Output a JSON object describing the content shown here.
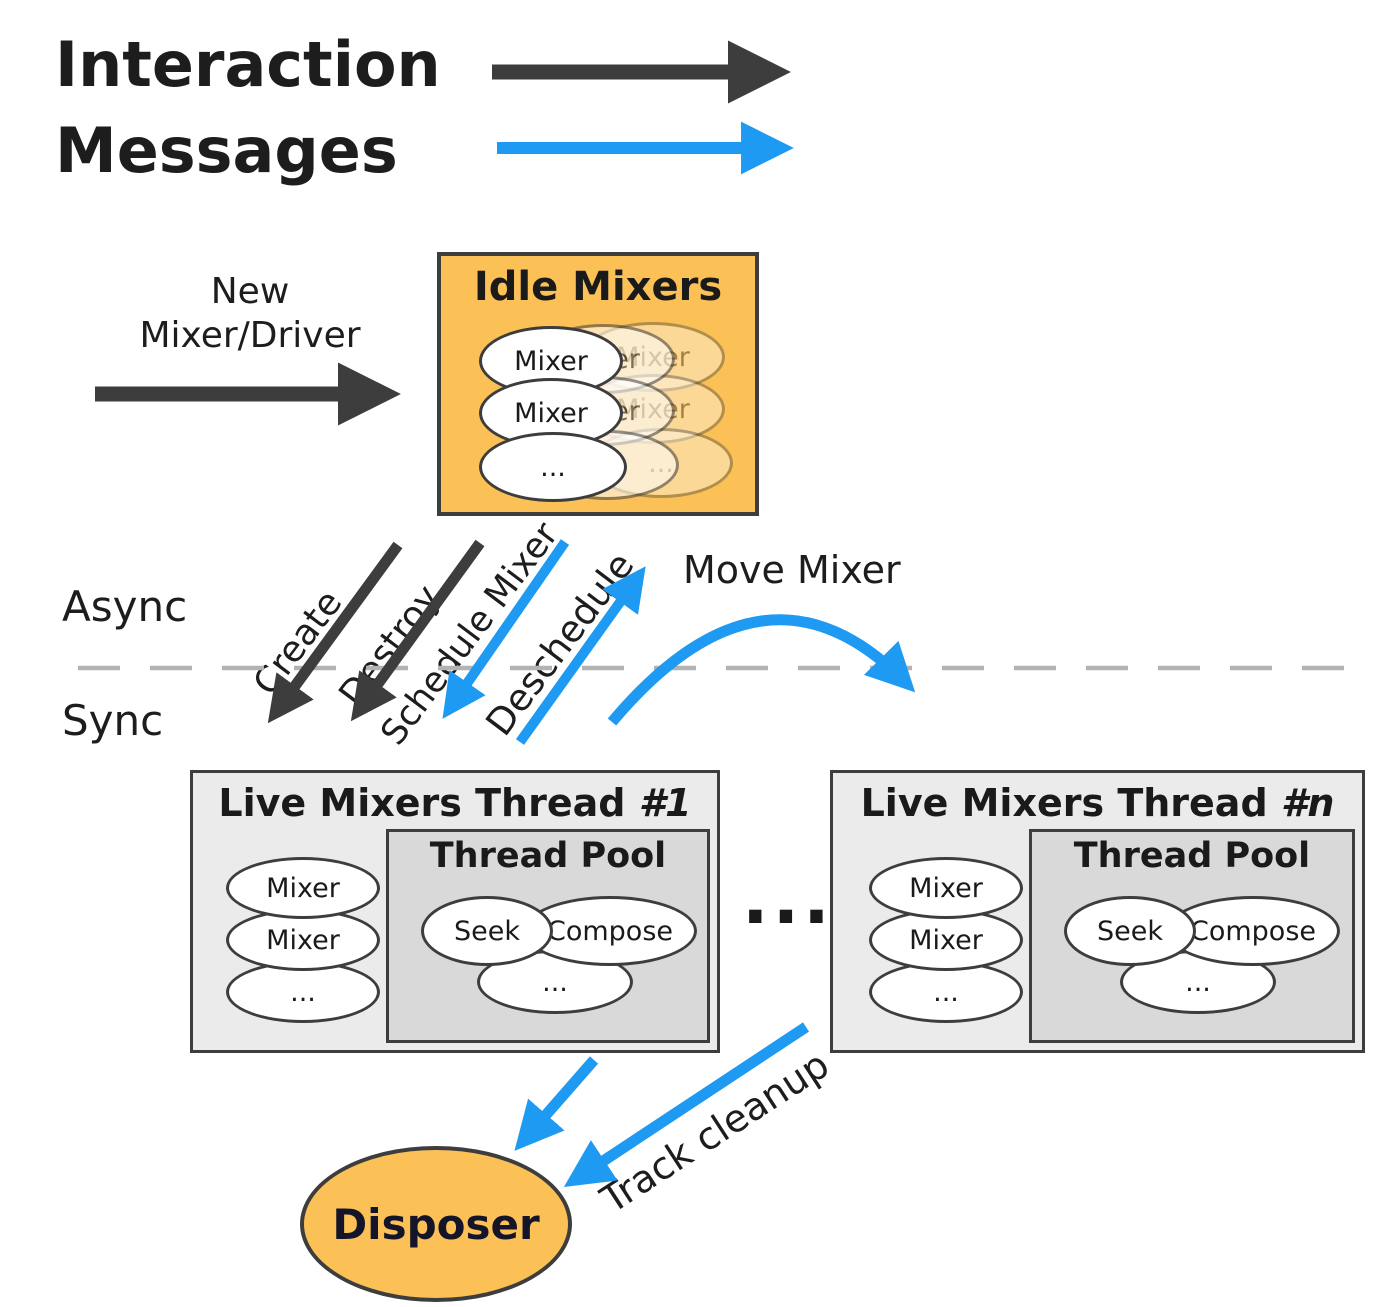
{
  "colors": {
    "interaction_arrow": "#3d3d3d",
    "message_arrow": "#1e9af2",
    "highlight_orange": "#fbc157"
  },
  "legend": {
    "interaction": "Interaction",
    "messages": "Messages"
  },
  "new_mixer_label": {
    "line1": "New",
    "line2": "Mixer/Driver"
  },
  "idle_mixers": {
    "title": "Idle Mixers",
    "ovals": [
      "Mixer",
      "Mixer",
      "..."
    ]
  },
  "zones": {
    "top": "Async",
    "bottom": "Sync"
  },
  "transitions": {
    "create": "Create",
    "destroy": "Destroy",
    "schedule": "Schedule Mixer",
    "deschedule": "Deschedule",
    "move": "Move Mixer",
    "track_cleanup": "Track cleanup"
  },
  "thread1": {
    "title": "Live Mixers Thread ",
    "num": "#1",
    "mixers": [
      "Mixer",
      "Mixer",
      "..."
    ],
    "pool": {
      "title": "Thread Pool",
      "ovals": [
        "Seek",
        "Compose",
        "..."
      ]
    }
  },
  "threadn": {
    "title": "Live Mixers Thread ",
    "num": "#n",
    "mixers": [
      "Mixer",
      "Mixer",
      "..."
    ],
    "pool": {
      "title": "Thread Pool",
      "ovals": [
        "Seek",
        "Compose",
        "..."
      ]
    }
  },
  "ellipsis_between_threads": "...",
  "disposer": "Disposer"
}
